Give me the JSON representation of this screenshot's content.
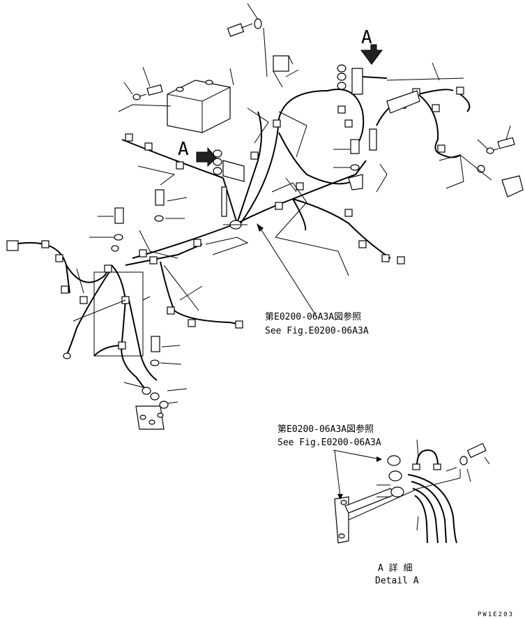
{
  "views": {
    "main_view_label": "A",
    "detail_marker_label": "A"
  },
  "references": {
    "main_ref_jp": "第E0200-06A3A図参照",
    "main_ref_en": "See Fig.E0200-06A3A",
    "detail_ref_jp": "第E0200-06A3A図参照",
    "detail_ref_en": "See Fig.E0200-06A3A"
  },
  "detail": {
    "title_jp": "A 詳 細",
    "title_en": "Detail A"
  },
  "drawing_number": "PW1E203"
}
